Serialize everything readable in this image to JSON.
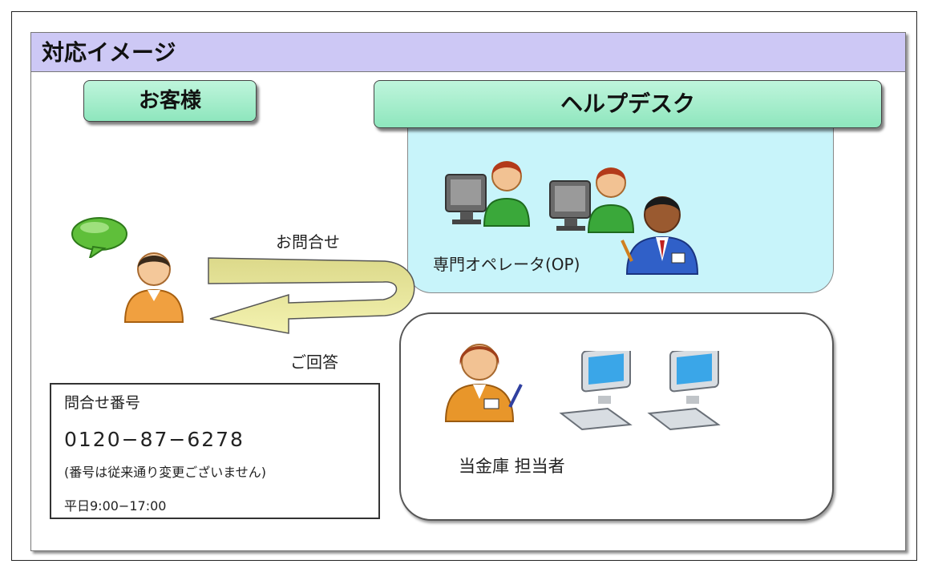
{
  "title": "対応イメージ",
  "customer": {
    "label": "お客様"
  },
  "helpdesk": {
    "label": "ヘルプデスク",
    "operator_label": "専門オペレータ(OP)"
  },
  "flow": {
    "inquiry_label": "お問合せ",
    "answer_label": "ご回答"
  },
  "branch": {
    "staff_label": "当金庫 担当者"
  },
  "contact_info": {
    "title": "問合せ番号",
    "phone": "0120−87−6278",
    "note": "(番号は従来通り変更ございません)",
    "hours": "平日9:00−17:00"
  },
  "icons": [
    "speech-bubble-icon",
    "customer-person-icon",
    "operator-at-computer-icon",
    "supervisor-icon",
    "staff-person-icon",
    "desktop-computer-icon"
  ],
  "colors": {
    "header": "#cdc8f5",
    "label_green": "#a8eecb",
    "operator_area": "#c8f4fa",
    "arrow": "#e6e89a"
  }
}
